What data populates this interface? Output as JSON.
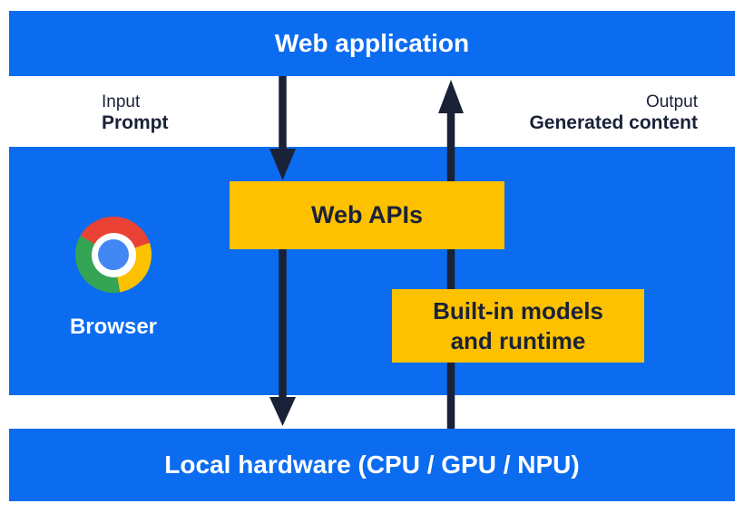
{
  "app_bar": {
    "label": "Web application"
  },
  "flow_labels": {
    "input": {
      "caption": "Input",
      "value": "Prompt"
    },
    "output": {
      "caption": "Output",
      "value": "Generated content"
    }
  },
  "browser_layer": {
    "browser_label": "Browser",
    "web_apis_label": "Web APIs",
    "builtin_models_lines": [
      "Built-in models",
      "and runtime"
    ]
  },
  "hardware_bar": {
    "label": "Local hardware (CPU / GPU / NPU)"
  },
  "icons": {
    "chrome": "chrome-browser-logo",
    "prompt_flow": "arrow-down",
    "generated_flow": "arrow-up"
  },
  "colors": {
    "primary_blue": "#0b6cf0",
    "accent_yellow": "#fdc100",
    "arrow_navy": "#1a2238",
    "text_white": "#ffffff",
    "chrome_red": "#e94235",
    "chrome_green": "#34a353",
    "chrome_yellow": "#fdc100",
    "chrome_center_blue": "#4387f4"
  }
}
